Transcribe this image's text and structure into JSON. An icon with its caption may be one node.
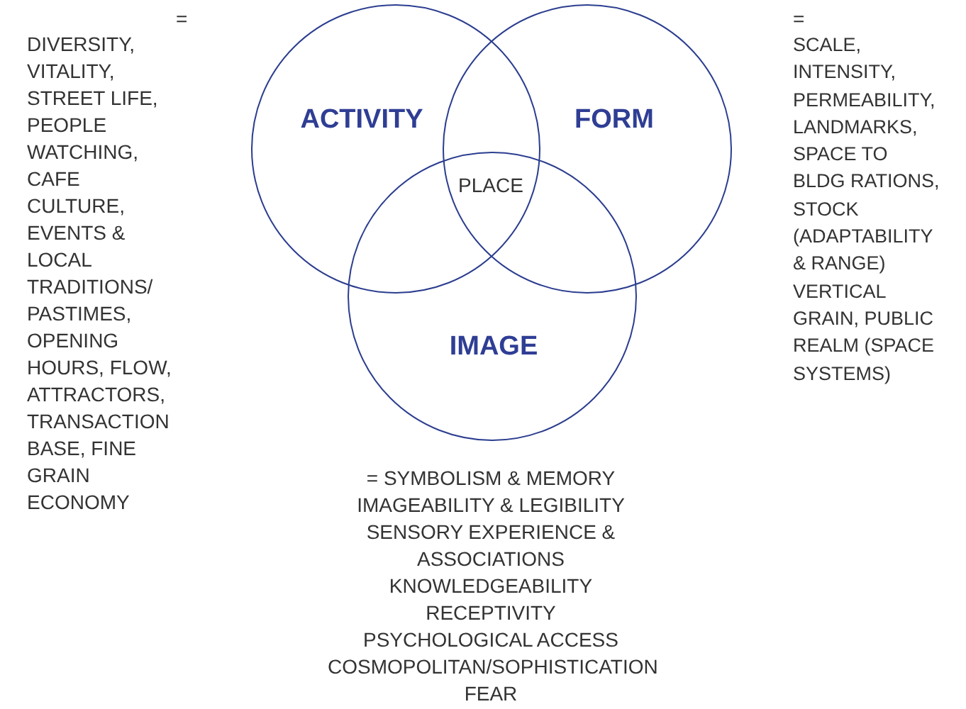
{
  "diagram": {
    "nodes": [
      {
        "text": [
          "ACTIVITY"
        ]
      },
      {
        "text": [
          "FORM"
        ]
      },
      {
        "text": [
          "IMAGE"
        ]
      }
    ],
    "labels": [
      "=",
      "DIVERSITY, VITALITY, STREET LIFE, PEOPLE WATCHING, CAFE CULTURE, EVENTS & LOCAL TRADITIONS/ PASTIMES, OPENING HOURS, FLOW, ATTRACTORS, TRANSACTION BASE, FINE GRAIN ECONOMY",
      "PLACE",
      "=",
      "SCALE, INTENSITY, PERMEABILITY, LANDMARKS, SPACE TO BLDG RATIONS, STOCK (ADAPTABILITY & RANGE) VERTICAL GRAIN, PUBLIC REALM (SPACE SYSTEMS)",
      "= SYMBOLISM & MEMORY",
      "IMAGEABILITY & LEGIBILITY",
      "SENSORY EXPERIENCE & ASSOCIATIONS",
      "KNOWLEDGEABILITY",
      "RECEPTIVITY",
      "PSYCHOLOGICAL ACCESS",
      "COSMOPOLITAN/SOPHISTICATION",
      "FEAR"
    ]
  }
}
